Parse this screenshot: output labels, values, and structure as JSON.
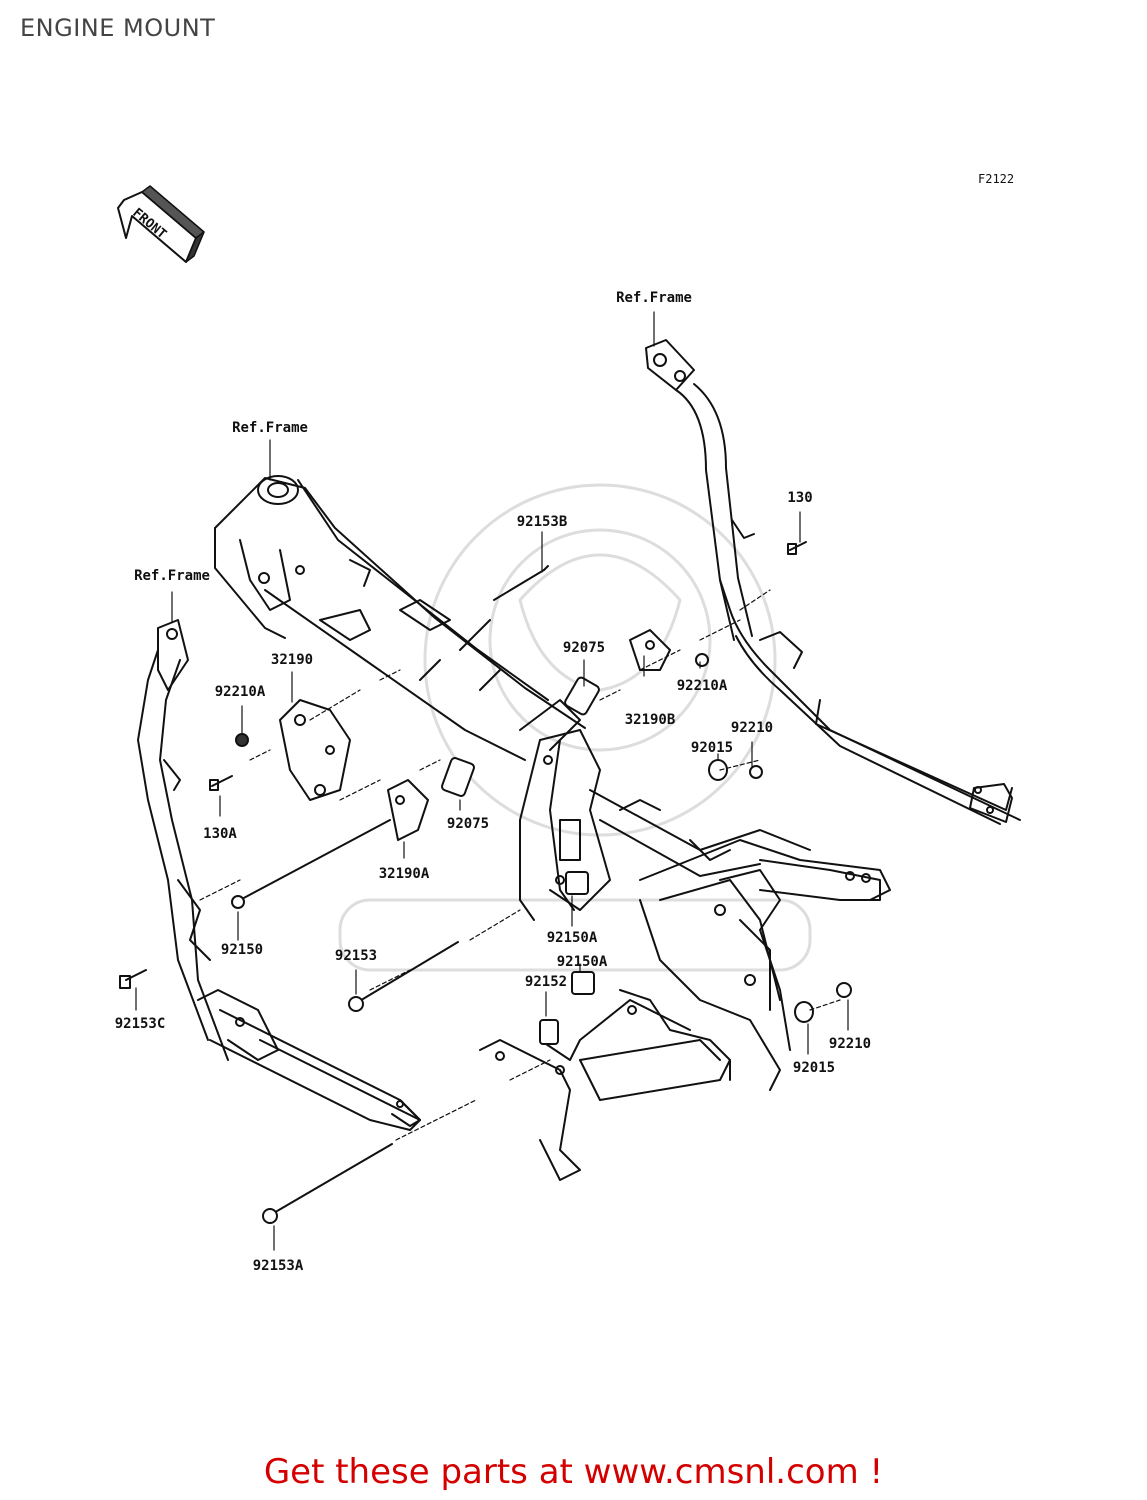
{
  "page": {
    "title": "ENGINE MOUNT",
    "figure_code": "F2122",
    "front_label": "FRONT",
    "footer": "Get these parts at www.cmsnl.com !",
    "accent_color": "#d40000"
  },
  "callouts": {
    "ref_frame_top": "Ref.Frame",
    "ref_frame_mid": "Ref.Frame",
    "ref_frame_left": "Ref.Frame",
    "p130": "130",
    "p92153B": "92153B",
    "p92075_upper": "92075",
    "p92210A_right": "92210A",
    "p32190B": "32190B",
    "p92210_upper": "92210",
    "p92015_upper": "92015",
    "p32190": "32190",
    "p92210A_left": "92210A",
    "p130A": "130A",
    "p92075_lower": "92075",
    "p32190A": "32190A",
    "p92150": "92150",
    "p92153": "92153",
    "p92150A_a": "92150A",
    "p92150A_b": "92150A",
    "p92152": "92152",
    "p92153C": "92153C",
    "p92210_lower": "92210",
    "p92015_lower": "92015",
    "p92153A": "92153A"
  }
}
